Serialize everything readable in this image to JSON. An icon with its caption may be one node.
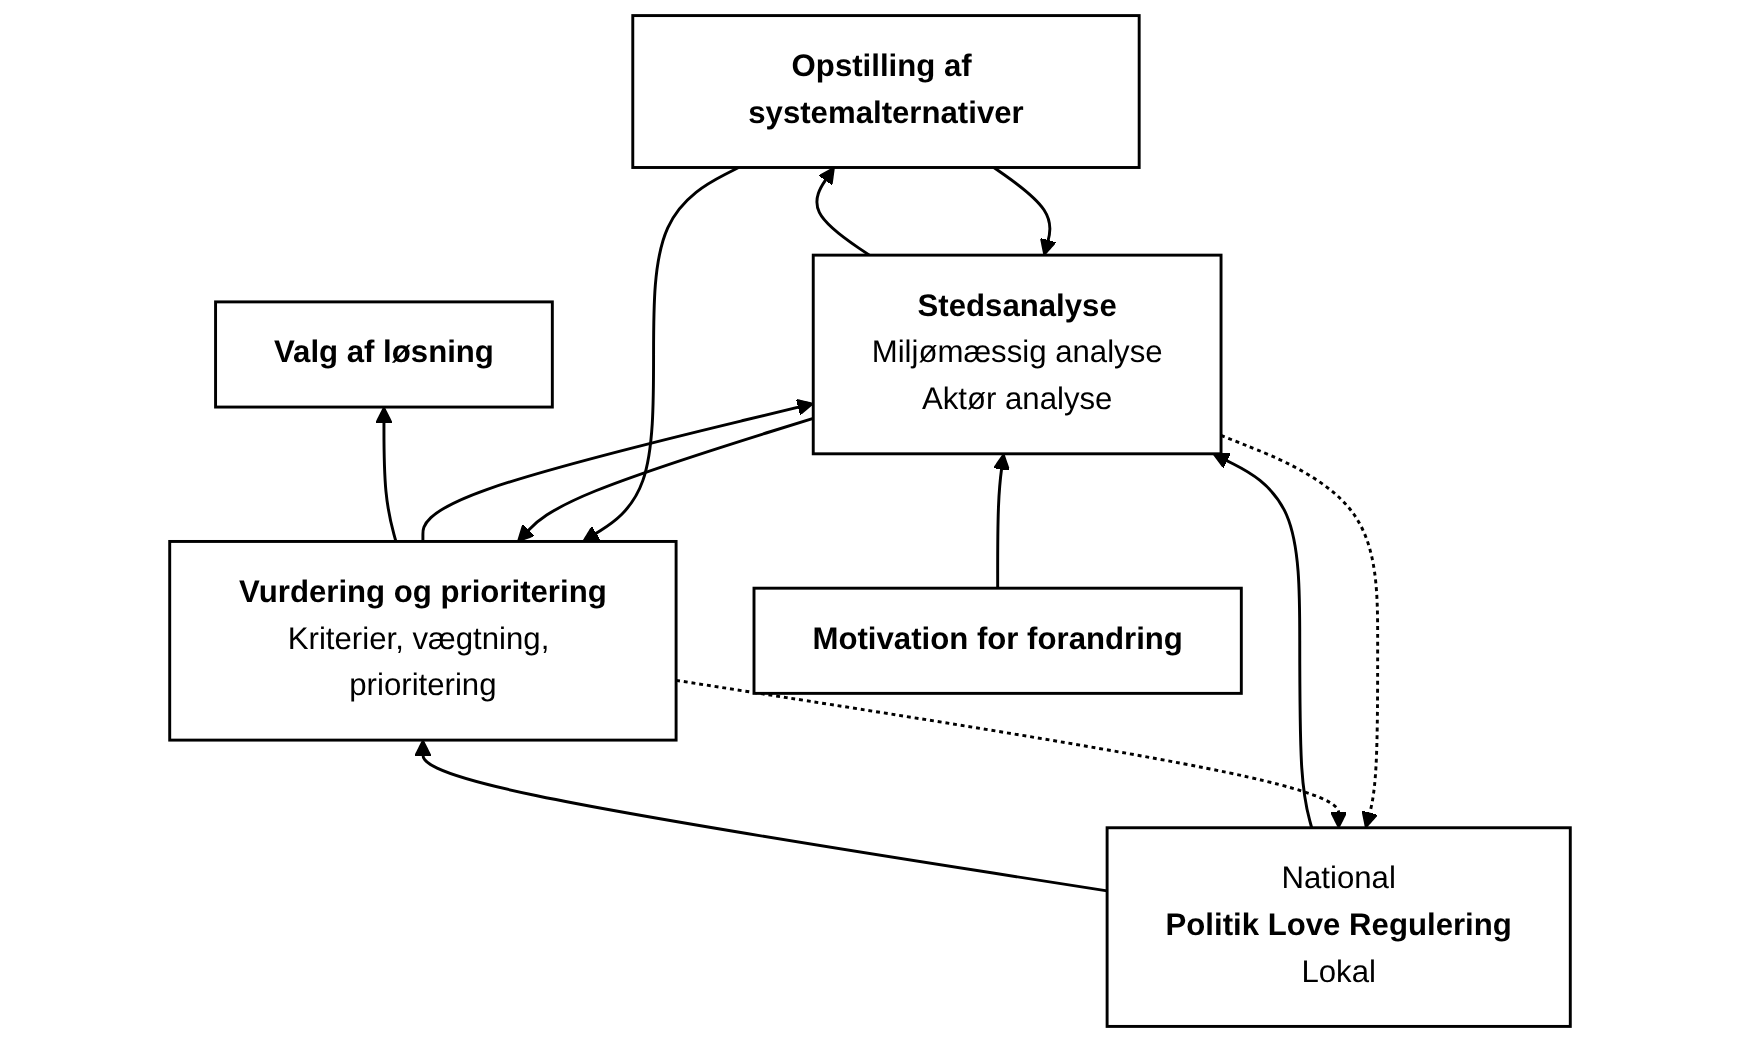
{
  "diagram": {
    "nodes": [
      {
        "text": [
          "National",
          "Politik Love Regulering",
          "Lokal"
        ]
      },
      {
        "text": [
          "Valg af løsning"
        ]
      },
      {
        "text": [
          "Vurdering og prioritering",
          "Kriterier, vægtning, prioritering"
        ]
      },
      {
        "text": [
          "Stedsanalyse",
          "Miljømæssig analyse",
          "Aktør analyse"
        ]
      },
      {
        "text": [
          "Opstilling af systemalternativer"
        ]
      },
      {
        "text": [
          "Motivation for forandring"
        ]
      }
    ],
    "edges": [
      {
        "from": 2,
        "to": 1,
        "arrow": "to"
      },
      {
        "from": 2,
        "to": 0,
        "arrow": "to",
        "style": "dashed"
      },
      {
        "from": 0,
        "to": 2,
        "arrow": "to"
      },
      {
        "from": 2,
        "to": 3,
        "arrow": "to"
      },
      {
        "from": 3,
        "to": 2,
        "arrow": "to"
      },
      {
        "from": 4,
        "to": 2,
        "arrow": "to"
      },
      {
        "from": 3,
        "to": 0,
        "arrow": "to",
        "style": "dashed"
      },
      {
        "from": 0,
        "to": 3,
        "arrow": "to"
      },
      {
        "from": 4,
        "to": 3,
        "arrow": "to"
      },
      {
        "from": 3,
        "to": 4,
        "arrow": "to"
      },
      {
        "from": 5,
        "to": 3,
        "arrow": "to"
      }
    ]
  }
}
